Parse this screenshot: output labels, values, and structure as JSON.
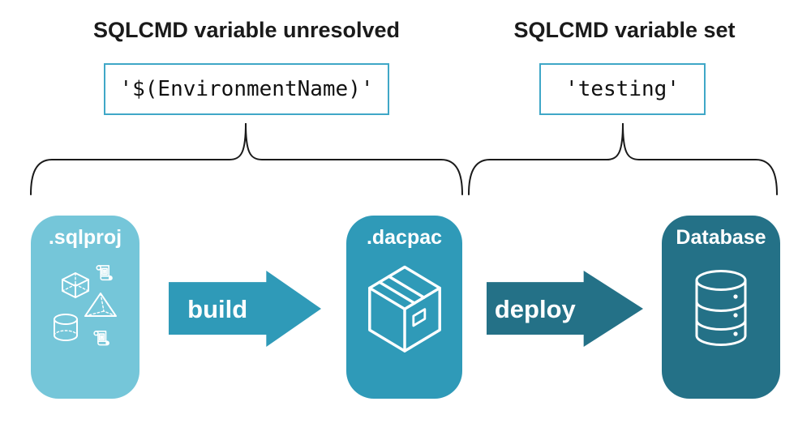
{
  "annotations": {
    "left": {
      "heading": "SQLCMD variable unresolved",
      "code": "'$(EnvironmentName)'"
    },
    "right": {
      "heading": "SQLCMD variable set",
      "code": "'testing'"
    }
  },
  "pipeline": {
    "nodes": [
      {
        "id": "sqlproj",
        "label": ".sqlproj",
        "color": "#75c6d9",
        "icons": [
          "cube-icon",
          "scroll-icon",
          "pyramid-icon",
          "cylinder-icon",
          "scroll-icon"
        ]
      },
      {
        "id": "dacpac",
        "label": ".dacpac",
        "color": "#2f9ab8",
        "icons": [
          "package-box-icon"
        ]
      },
      {
        "id": "database",
        "label": "Database",
        "color": "#247187",
        "icons": [
          "database-cylinder-icon"
        ]
      }
    ],
    "arrows": [
      {
        "label": "build",
        "color": "#2f9ab8"
      },
      {
        "label": "deploy",
        "color": "#247187"
      }
    ]
  },
  "colors": {
    "code_box_border": "#3fa7c7",
    "ink": "#1a1a1a",
    "icon_stroke": "#ffffff",
    "background": "#ffffff"
  }
}
